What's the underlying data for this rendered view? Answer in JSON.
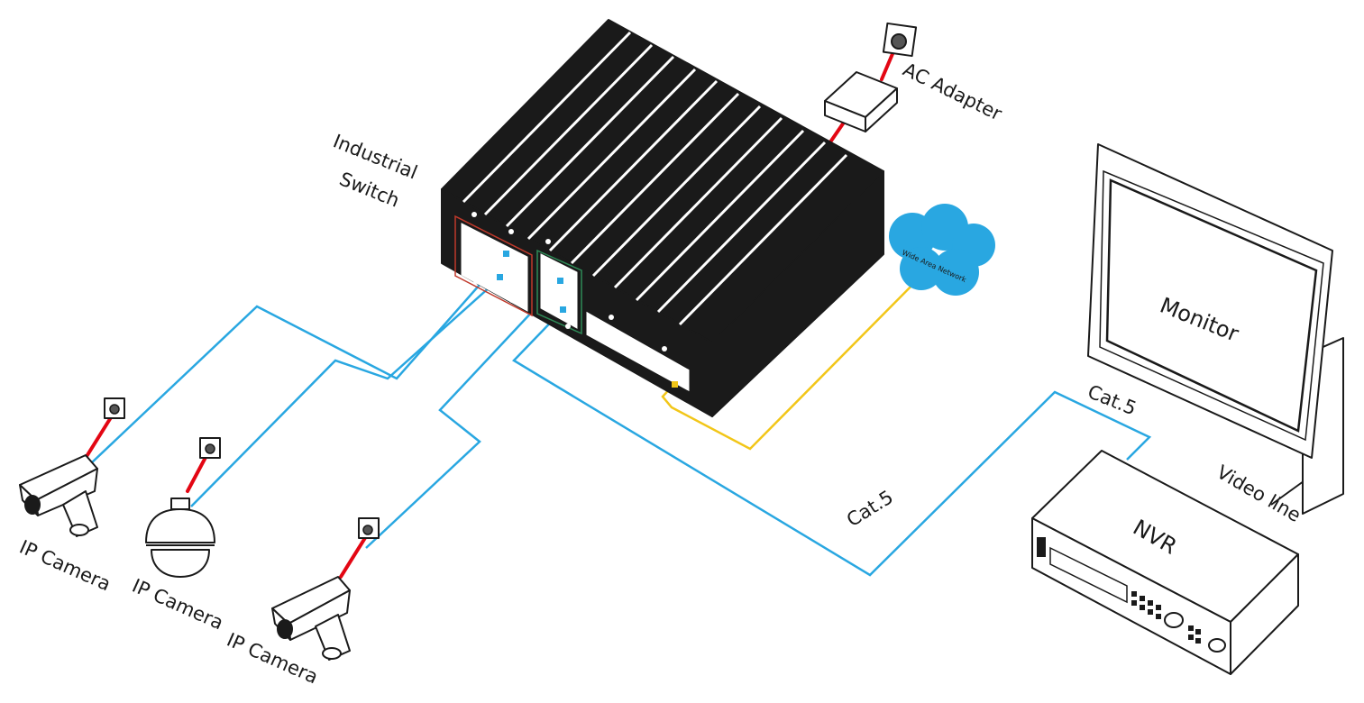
{
  "labels": {
    "switch_line1": "Industrial",
    "switch_line2": "Switch",
    "ac_adapter": "AC Adapter",
    "monitor": "Monitor",
    "nvr": "NVR",
    "video_line": "Video line",
    "cat5_top": "Cat.5",
    "cat5_bottom": "Cat.5",
    "wan": "Wide Area Network",
    "camera_1": "IP Camera",
    "camera_2": "IP Camera",
    "camera_3": "IP Camera"
  },
  "colors": {
    "ethernet_cable": "#29a7e1",
    "wan_cable": "#f2c618",
    "power_cable": "#e30613",
    "cloud": "#29a7e1",
    "device_outline": "#1a1a1a"
  }
}
